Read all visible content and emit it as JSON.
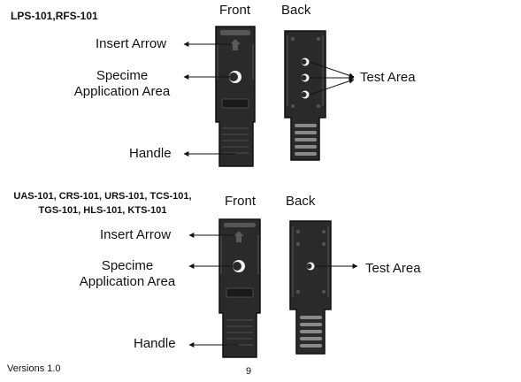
{
  "colors": {
    "device_body": "#2a2a2a",
    "device_edge": "#101010",
    "device_highlight": "#555555",
    "text": "#111111",
    "line": "#111111",
    "background": "#ffffff"
  },
  "top_section": {
    "models": "LPS-101,RFS-101",
    "col_front": "Front",
    "col_back": "Back",
    "label_insert_arrow": "Insert Arrow",
    "label_specimen_line1": "Specime",
    "label_specimen_line2": "Application Area",
    "label_handle": "Handle",
    "label_test_area": "Test Area"
  },
  "bottom_section": {
    "models_line1": "UAS-101, CRS-101, URS-101, TCS-101,",
    "models_line2": "TGS-101, HLS-101, KTS-101",
    "col_front": "Front",
    "col_back": "Back",
    "label_insert_arrow": "Insert Arrow",
    "label_specimen_line1": "Specime",
    "label_specimen_line2": "Application Area",
    "label_handle": "Handle",
    "label_test_area": "Test Area"
  },
  "footer": {
    "version": "Versions 1.0",
    "page_number": "9"
  }
}
